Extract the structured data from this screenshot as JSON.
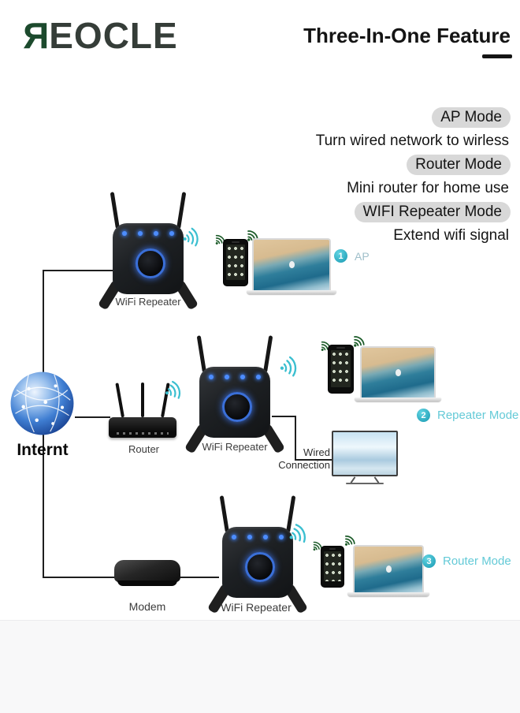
{
  "header": {
    "logo_first": "R",
    "logo_rest": "EOCLE",
    "title": "Three-In-One Feature"
  },
  "features": {
    "ap_mode": {
      "badge": "AP Mode",
      "desc": "Turn wired network to wirless"
    },
    "router_mode": {
      "badge": "Router Mode",
      "desc": "Mini router for home use"
    },
    "repeater_mode": {
      "badge": "WIFI Repeater Mode",
      "desc": "Extend wifi signal"
    }
  },
  "diagram": {
    "internet_label": "Internt",
    "router_label": "Router",
    "modem_label": "Modem",
    "repeater_label_1": "WiFi Repeater",
    "repeater_label_2": "WiFi Repeater",
    "repeater_label_3": "WiFi Repeater",
    "wired_label_line1": "Wired",
    "wired_label_line2": "Connection",
    "modes": [
      {
        "num": "1",
        "label": "AP"
      },
      {
        "num": "2",
        "label": "Repeater Mode"
      },
      {
        "num": "3",
        "label": "Router Mode"
      }
    ]
  },
  "icons": {
    "wifi_teal": "wifi-arcs-teal",
    "wifi_green": "wifi-arcs-green",
    "globe": "internet-globe"
  },
  "colors": {
    "teal_accent": "#3bbfd0",
    "mode_text": "#64cad7",
    "wifi_green": "#1d5c2a",
    "badge_bg": "#d8d8d8",
    "brand_green": "#1c4a2d",
    "led_blue": "#4d8dff"
  }
}
